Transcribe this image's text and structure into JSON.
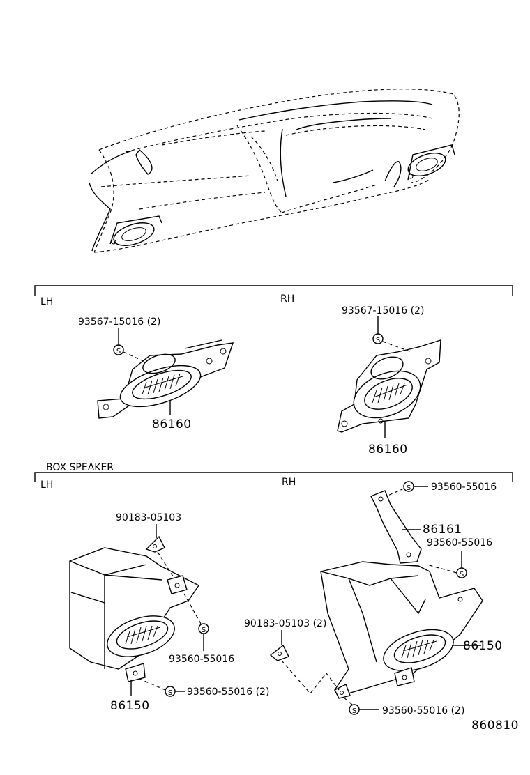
{
  "sections": {
    "front": {
      "lh": "LH",
      "rh": "RH"
    },
    "box": {
      "title": "BOX SPEAKER",
      "lh": "LH",
      "rh": "RH"
    }
  },
  "callouts": {
    "front_lh_screw": "93567-15016 (2)",
    "front_lh_speaker": "86160",
    "front_rh_screw": "93567-15016 (2)",
    "front_rh_speaker": "86160",
    "box_lh_nut": "90183-05103",
    "box_lh_screw": "93560-55016",
    "box_lh_screw2": "93560-55016 (2)",
    "box_lh_speaker": "86150",
    "box_rh_screw_top": "93560-55016",
    "box_rh_bracket": "86161",
    "box_rh_screw_mid": "93560-55016",
    "box_rh_nut": "90183-05103 (2)",
    "box_rh_speaker": "86150",
    "box_rh_screw_bot": "93560-55016 (2)"
  },
  "screw_symbol": "S",
  "figure_number": "860810"
}
